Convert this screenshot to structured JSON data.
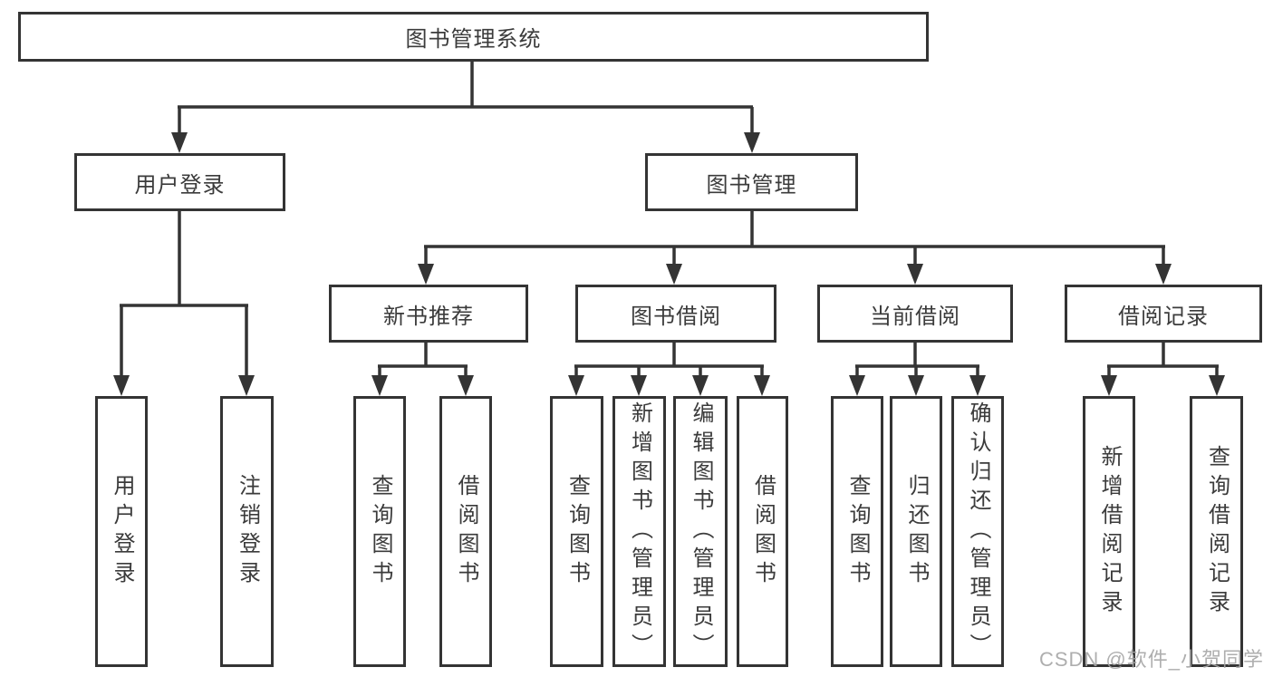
{
  "diagram_title": "图书管理系统",
  "watermark": "CSDN @软件_小贺同学",
  "colors": {
    "line": "#343434",
    "text": "#3b3b3b",
    "background": "#ffffff"
  },
  "nodes": {
    "root": "图书管理系统",
    "user_login": "用户登录",
    "book_management": "图书管理",
    "new_book_recommend": "新书推荐",
    "book_borrow": "图书借阅",
    "current_borrow": "当前借阅",
    "borrow_record": "借阅记录",
    "leaf_user_login": "用户登录",
    "leaf_logout": "注销登录",
    "rec_query_book": "查询图书",
    "rec_borrow_book": "借阅图书",
    "bb_query_book": "查询图书",
    "bb_add_book": "新增图书（管理员）",
    "bb_edit_book": "编辑图书（管理员）",
    "bb_borrow_book": "借阅图书",
    "cb_query_book": "查询图书",
    "cb_return_book": "归还图书",
    "cb_confirm_return": "确认归还（管理员）",
    "br_add_record": "新增借阅记录",
    "br_query_record": "查询借阅记录"
  },
  "hierarchy": {
    "图书管理系统": {
      "用户登录": [
        "用户登录",
        "注销登录"
      ],
      "图书管理": {
        "新书推荐": [
          "查询图书",
          "借阅图书"
        ],
        "图书借阅": [
          "查询图书",
          "新增图书（管理员）",
          "编辑图书（管理员）",
          "借阅图书"
        ],
        "当前借阅": [
          "查询图书",
          "归还图书",
          "确认归还（管理员）"
        ],
        "借阅记录": [
          "新增借阅记录",
          "查询借阅记录"
        ]
      }
    }
  }
}
